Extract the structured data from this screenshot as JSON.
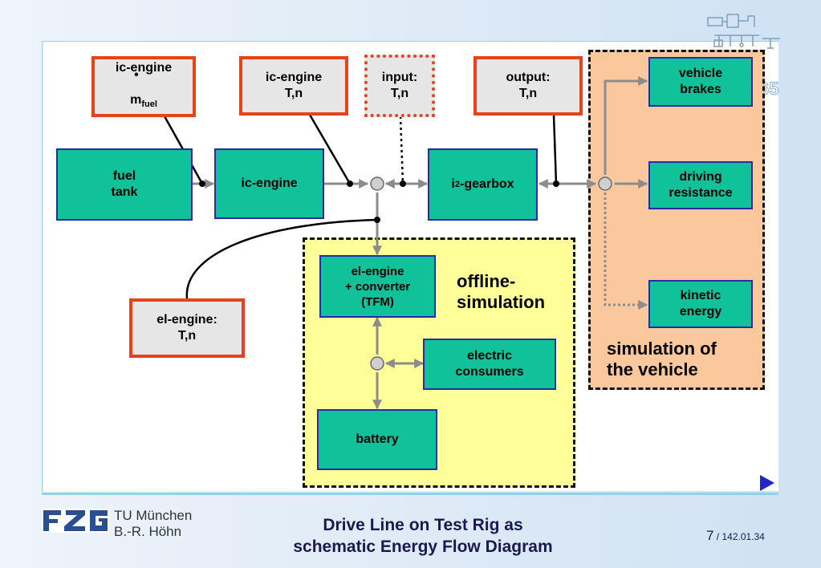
{
  "colors": {
    "component_fill": "#10c29a",
    "component_border": "#2a2aa8",
    "signal_fill": "#e6e6e6",
    "signal_border": "#e8421d",
    "offline_region": "#ffff99",
    "vehicle_region": "#fbc79c",
    "flow_arrow": "#8c8c8c",
    "footer_text": "#1a1a50",
    "rule": "#8fd3e8"
  },
  "signals": {
    "ic_engine_fuel": {
      "line1": "ic-engine",
      "m": "m",
      "sub": "fuel"
    },
    "ic_engine_tn": "ic-engine\nT,n",
    "input_tn": "input:\nT,n",
    "output_tn": "output:\nT,n",
    "el_engine_tn": "el-engine:\nT,n"
  },
  "components": {
    "fuel_tank": "fuel\ntank",
    "ic_engine": "ic-engine",
    "gearbox": {
      "prefix": "i",
      "sup": "2",
      "suffix": "-gearbox"
    },
    "el_engine": "el-engine\n+ converter\n(TFM)",
    "electric_consumers": "electric\nconsumers",
    "battery": "battery",
    "vehicle_brakes": "vehicle\nbrakes",
    "driving_resistance": "driving\nresistance",
    "kinetic_energy": "kinetic\nenergy"
  },
  "regions": {
    "offline": "offline-\nsimulation",
    "vehicle": "simulation of\nthe vehicle"
  },
  "footer": {
    "institution": "TU München\nB.-R. Höhn",
    "title": "Drive Line on Test Rig as\nschematic Energy Flow Diagram",
    "page": "7",
    "code": " / 142.01.34"
  },
  "ghost_number": "65",
  "icons": {
    "logo": "fzg-logo",
    "next": "next-slide-triangle-icon",
    "ornament": "circuit-ornament-icon"
  }
}
